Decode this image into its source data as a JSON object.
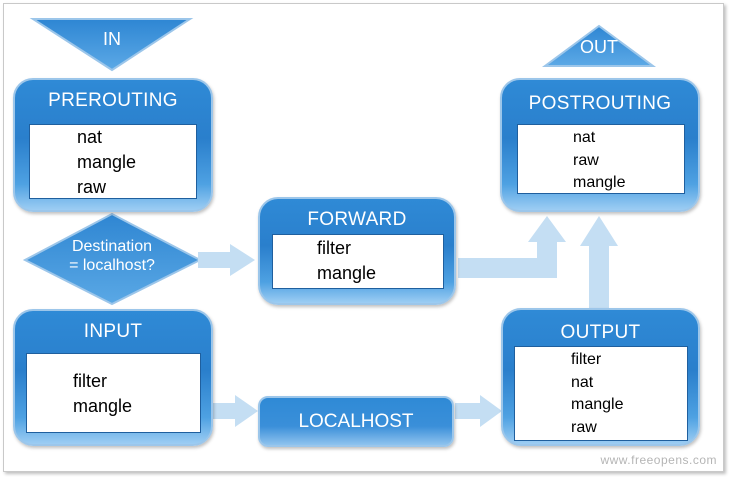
{
  "chains": {
    "in": {
      "label": "IN"
    },
    "out": {
      "label": "OUT"
    },
    "prerouting": {
      "title": "PREROUTING",
      "tables": [
        "nat",
        "mangle",
        "raw"
      ]
    },
    "forward": {
      "title": "FORWARD",
      "tables": [
        "filter",
        "mangle"
      ]
    },
    "postrouting": {
      "title": "POSTROUTING",
      "tables": [
        "nat",
        "raw",
        "mangle"
      ]
    },
    "input": {
      "title": "INPUT",
      "tables": [
        "filter",
        "mangle"
      ]
    },
    "output": {
      "title": "OUTPUT",
      "tables": [
        "filter",
        "nat",
        "mangle",
        "raw"
      ]
    },
    "localhost": {
      "label": "LOCALHOST"
    }
  },
  "decision": {
    "line1": "Destination",
    "line2": "= localhost?"
  },
  "watermark": "www.freeopens.com",
  "colors": {
    "box": "#2f8ad6",
    "arrow": "#c4def3",
    "panel_border": "#1f5f9e"
  }
}
